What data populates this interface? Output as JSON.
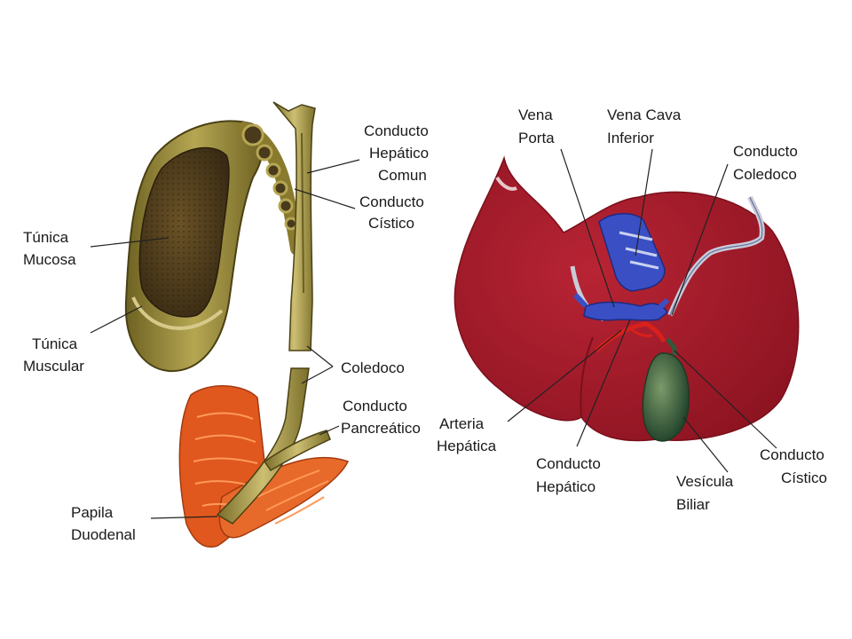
{
  "left_labels": {
    "conducto_hepatico_comun": [
      "Conducto",
      "Hepático",
      "Comun"
    ],
    "conducto_cistico": [
      "Conducto",
      "Cístico"
    ],
    "tunica_mucosa": [
      "Túnica",
      "Mucosa"
    ],
    "tunica_muscular": [
      "Túnica",
      "Muscular"
    ],
    "coledoco": [
      "Coledoco"
    ],
    "conducto_pancreatico": [
      "Conducto",
      "Pancreático"
    ],
    "papila_duodenal": [
      "Papila",
      "Duodenal"
    ]
  },
  "right_labels": {
    "vena_porta": [
      "Vena",
      "Porta"
    ],
    "vena_cava_inferior": [
      "Vena Cava",
      "Inferior"
    ],
    "conducto_coledoco": [
      "Conducto",
      "Coledoco"
    ],
    "arteria_hepatica": [
      "Arteria",
      "Hepática"
    ],
    "conducto_hepatico": [
      "Conducto",
      "Hepático"
    ],
    "vesicula_biliar": [
      "Vesícula",
      "Biliar"
    ],
    "conducto_cistico": [
      "Conducto",
      "Cístico"
    ]
  },
  "colors": {
    "gallbladder_wall": "#8a7a2e",
    "gallbladder_mucosa": "#4a3a1c",
    "duct": "#a89a4c",
    "duodenum": "#e0581e",
    "liver": "#a8182a",
    "vein": "#3a4fc4",
    "artery": "#d8201c",
    "vesicle": "#2e5a3c"
  }
}
